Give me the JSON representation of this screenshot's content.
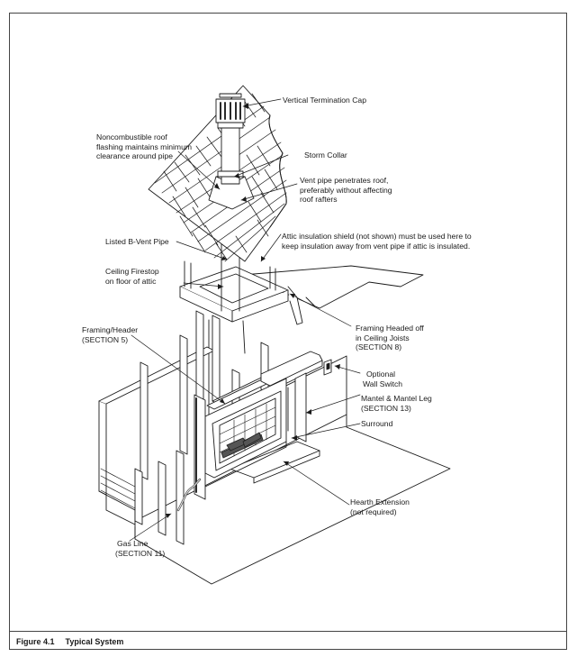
{
  "figure": {
    "number": "Figure 4.1",
    "title": "Typical System"
  },
  "labels": {
    "termination_cap": [
      "Vertical Termination Cap"
    ],
    "roof_flashing": [
      "Noncombustible roof",
      "flashing maintains minimum",
      "clearance around pipe"
    ],
    "storm_collar": [
      "Storm Collar"
    ],
    "vent_pipe_roof": [
      "Vent pipe penetrates roof,",
      "preferably without affecting",
      "roof rafters"
    ],
    "attic_shield": [
      "Attic insulation shield (not shown) must be used here to",
      "keep insulation away from vent pipe if attic is insulated."
    ],
    "b_vent": [
      "Listed B-Vent Pipe"
    ],
    "firestop": [
      "Ceiling Firestop",
      "on floor of attic"
    ],
    "framing_header": [
      "Framing/Header",
      "(SECTION 5)"
    ],
    "framing_joists": [
      "Framing Headed off",
      "in Ceiling Joists",
      "(SECTION 8)"
    ],
    "wall_switch": [
      "Optional",
      "Wall Switch"
    ],
    "mantel": [
      "Mantel & Mantel Leg",
      "(SECTION 13)"
    ],
    "surround": [
      "Surround"
    ],
    "hearth": [
      "Hearth Extension",
      "(not required)"
    ],
    "gas_line": [
      "Gas Line",
      "(SECTION 11)"
    ]
  },
  "colors": {
    "ink": "#1a1a1a",
    "shade": "#9a9a9a",
    "dark": "#2b2b2b",
    "paper": "#ffffff"
  }
}
